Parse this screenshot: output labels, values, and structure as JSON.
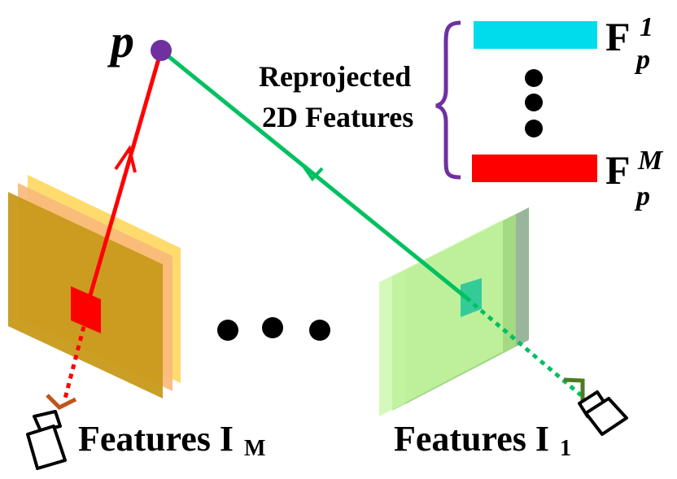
{
  "point_label": "p",
  "reprojected_label": [
    "Reprojected",
    "2D Features"
  ],
  "feature_top": {
    "base": "F",
    "sub": "p",
    "sup": "1"
  },
  "feature_bottom": {
    "base": "F",
    "sub": "p",
    "sup": "M"
  },
  "left_caption": {
    "text": "Features I",
    "sub": "M"
  },
  "right_caption": {
    "text": "Features I",
    "sub": "1"
  },
  "colors": {
    "point": "#7030a0",
    "brace": "#7030a0",
    "ray_left": "#ff0000",
    "ray_right": "#00c060",
    "bar_top": "#00dcec",
    "bar_bottom": "#ff0000",
    "left_stack": [
      "#ffd966",
      "#f8b87a",
      "#c89a1a"
    ],
    "right_stack": [
      "#c7f7a4",
      "#a6e07f",
      "#8fae8f"
    ],
    "patch_left": "#ff0000",
    "patch_right": "#33cc99"
  }
}
